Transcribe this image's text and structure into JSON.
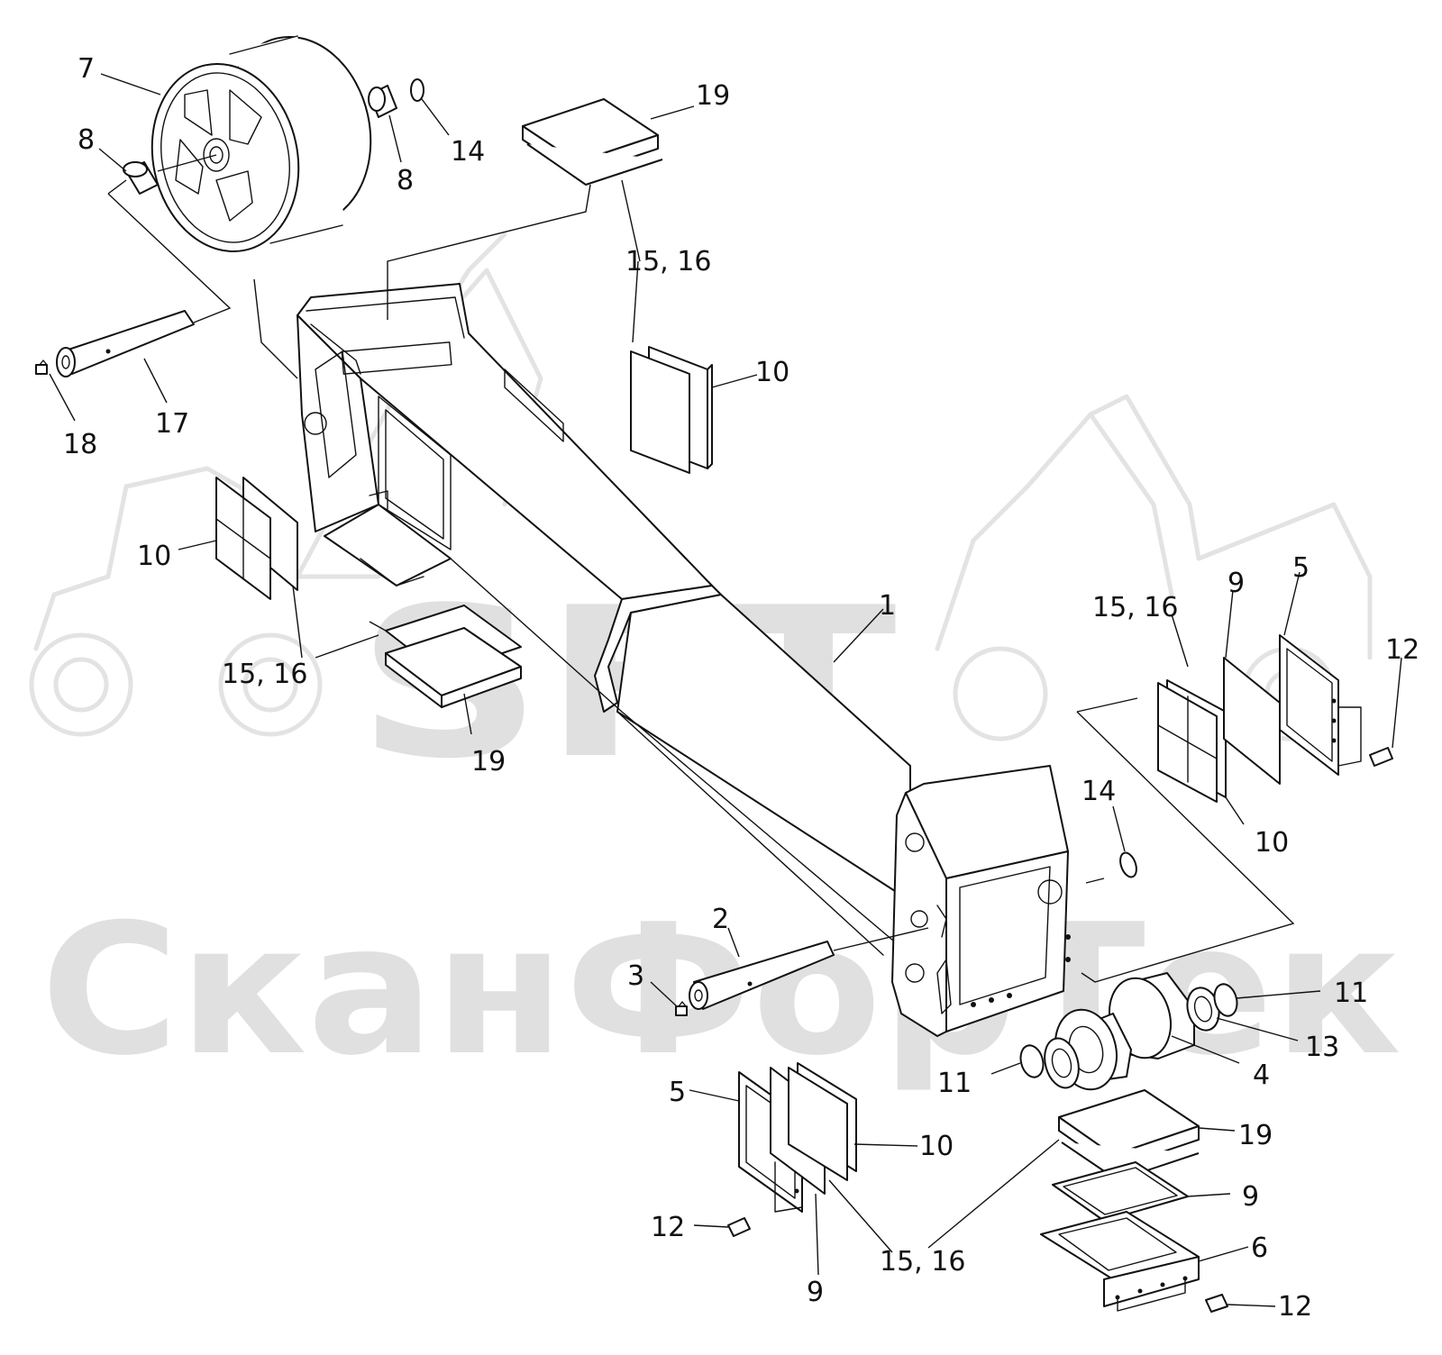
{
  "watermark": {
    "logo_text": "SFT",
    "brand_text": "СканФорТек"
  },
  "callouts": [
    {
      "id": "c7a",
      "text": "7"
    },
    {
      "id": "c8a",
      "text": "8"
    },
    {
      "id": "c8b",
      "text": "8"
    },
    {
      "id": "c14a",
      "text": "14"
    },
    {
      "id": "c19a",
      "text": "19"
    },
    {
      "id": "c1516a",
      "text": "15,  16"
    },
    {
      "id": "c10a",
      "text": "10"
    },
    {
      "id": "c17",
      "text": "17"
    },
    {
      "id": "c18",
      "text": "18"
    },
    {
      "id": "c10b",
      "text": "10"
    },
    {
      "id": "c1516b",
      "text": "15,  16"
    },
    {
      "id": "c19b",
      "text": "19"
    },
    {
      "id": "c1",
      "text": "1"
    },
    {
      "id": "c1516c",
      "text": "15,  16"
    },
    {
      "id": "c9a",
      "text": "9"
    },
    {
      "id": "c5a",
      "text": "5"
    },
    {
      "id": "c12a",
      "text": "12"
    },
    {
      "id": "c10c",
      "text": "10"
    },
    {
      "id": "c14b",
      "text": "14"
    },
    {
      "id": "c2",
      "text": "2"
    },
    {
      "id": "c3",
      "text": "3"
    },
    {
      "id": "c11a",
      "text": "11"
    },
    {
      "id": "c13",
      "text": "13"
    },
    {
      "id": "c4",
      "text": "4"
    },
    {
      "id": "c11b",
      "text": "11"
    },
    {
      "id": "c5b",
      "text": "5"
    },
    {
      "id": "c10d",
      "text": "10"
    },
    {
      "id": "c19c",
      "text": "19"
    },
    {
      "id": "c9b",
      "text": "9"
    },
    {
      "id": "c6",
      "text": "6"
    },
    {
      "id": "c12b",
      "text": "12"
    },
    {
      "id": "c12c",
      "text": "12"
    },
    {
      "id": "c9c",
      "text": "9"
    },
    {
      "id": "c1516d",
      "text": "15,  16"
    }
  ]
}
